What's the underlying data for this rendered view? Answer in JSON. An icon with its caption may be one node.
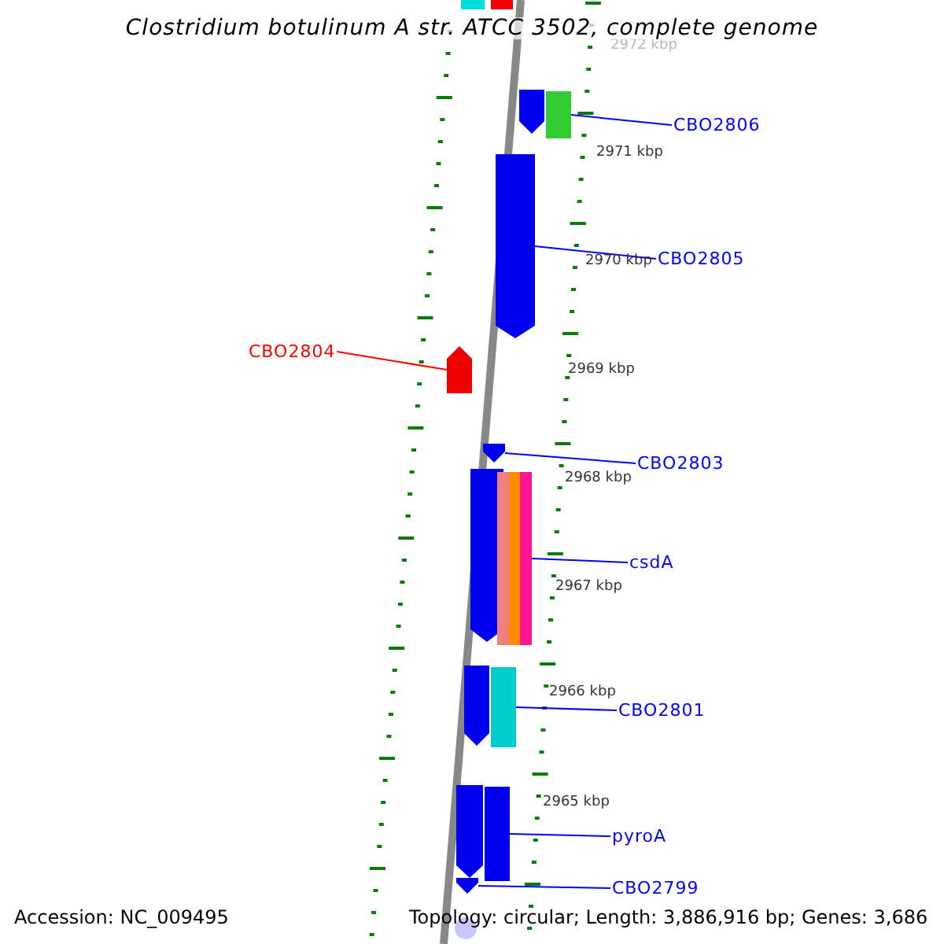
{
  "diagram": {
    "title": "Clostridium botulinum A str. ATCC 3502, complete genome",
    "nodes": [
      {
        "text": [
          "CBO2806"
        ]
      },
      {
        "text": [],
        "shape": "bar"
      },
      {
        "text": [
          "CBO2805"
        ]
      },
      {
        "text": [],
        "shape": "bar"
      },
      {
        "text": [
          "CBO2804"
        ]
      },
      {
        "text": [],
        "shape": "bar"
      },
      {
        "text": [
          "CBO2803"
        ]
      },
      {
        "text": [],
        "shape": "bar"
      },
      {
        "text": [
          "csdA"
        ]
      },
      {
        "text": [],
        "shape": "bar"
      },
      {
        "text": [
          "CBO2801"
        ]
      },
      {
        "text": [],
        "shape": "bar"
      },
      {
        "text": [
          "pyroA"
        ]
      },
      {
        "text": [],
        "shape": "bar"
      },
      {
        "text": [
          "CBO2799"
        ]
      },
      {
        "text": [],
        "shape": "bar"
      }
    ],
    "edges": [
      {
        "from": 0,
        "to": 1,
        "arrow": "none"
      },
      {
        "from": 2,
        "to": 3,
        "arrow": "none"
      },
      {
        "from": 4,
        "to": 5,
        "arrow": "none",
        "color": "#ff0000"
      },
      {
        "from": 6,
        "to": 7,
        "arrow": "none"
      },
      {
        "from": 8,
        "to": 9,
        "arrow": "none"
      },
      {
        "from": 10,
        "to": 11,
        "arrow": "none"
      },
      {
        "from": 12,
        "to": 13,
        "arrow": "none"
      },
      {
        "from": 14,
        "to": 15,
        "arrow": "none"
      }
    ],
    "labels": [
      "2972 kbp",
      "2971 kbp",
      "2970 kbp",
      "2969 kbp",
      "2968 kbp",
      "2967 kbp",
      "2966 kbp",
      "2965 kbp",
      "Accession: NC_009495",
      "Topology: circular; Length: 3,886,916 bp; Genes: 3,686"
    ]
  }
}
